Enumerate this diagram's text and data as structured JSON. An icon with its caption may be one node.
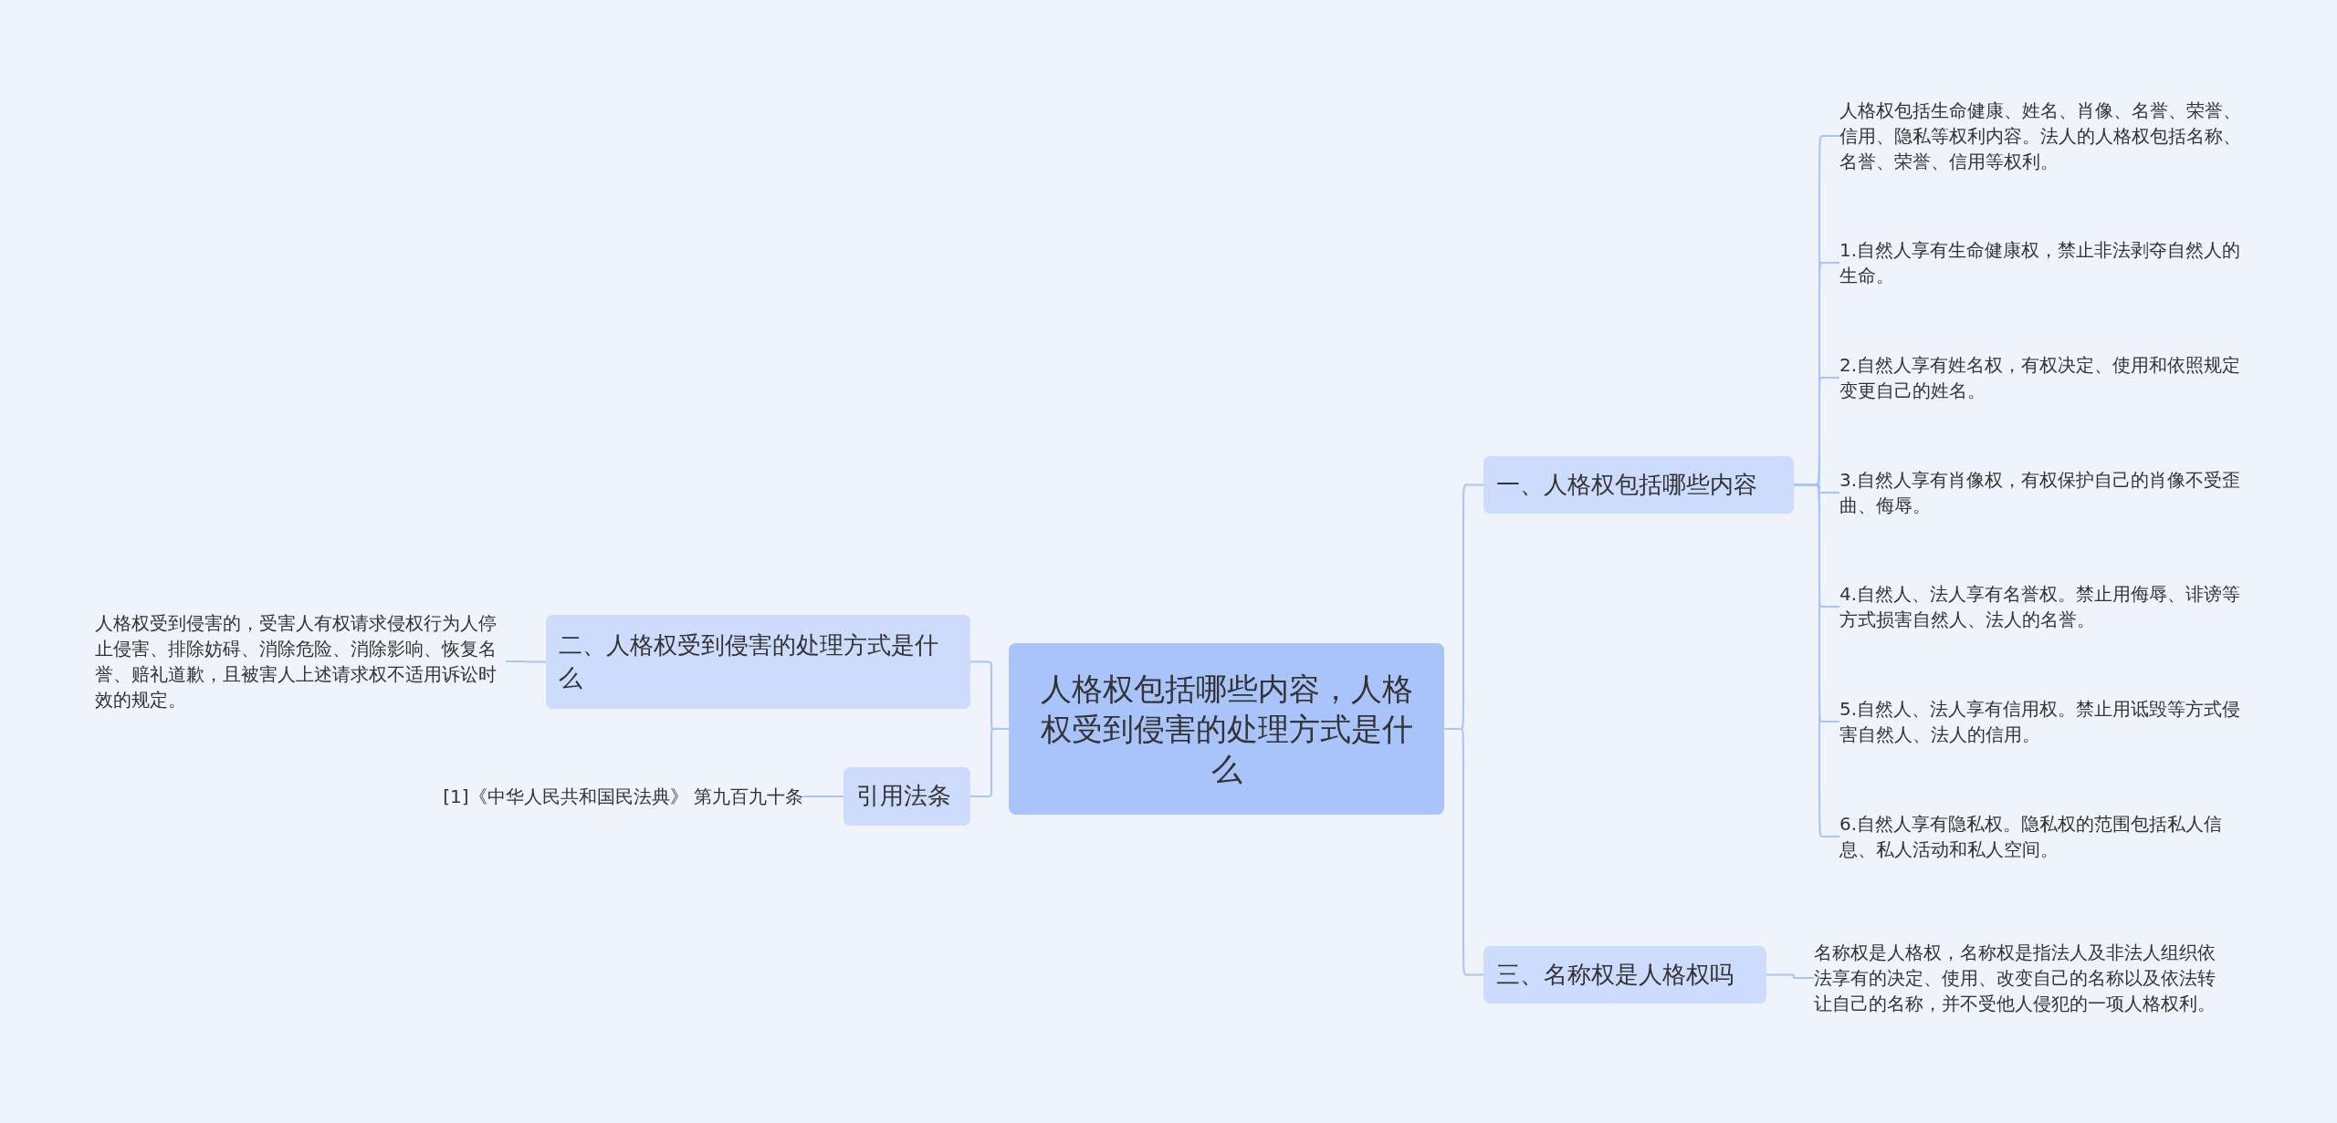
{
  "diagram": {
    "nodes": [
      {
        "text": [
          "人格权包括哪些内容，人格权受到侵害的处理方式是什么"
        ]
      },
      {
        "text": [
          "一、人格权包括哪些内容"
        ]
      },
      {
        "text": [
          "人格权包括生命健康、姓名、肖像、名誉、荣誉、信用、隐私等权利内容。法人的人格权包括名称、名誉、荣誉、信用等权利。"
        ]
      },
      {
        "text": [
          "1.自然人享有生命健康权，禁止非法剥夺自然人的生命。"
        ]
      },
      {
        "text": [
          "2.自然人享有姓名权，有权决定、使用和依照规定变更自己的姓名。"
        ]
      },
      {
        "text": [
          "3.自然人享有肖像权，有权保护自己的肖像不受歪曲、侮辱。"
        ]
      },
      {
        "text": [
          "4.自然人、法人享有名誉权。禁止用侮辱、诽谤等方式损害自然人、法人的名誉。"
        ]
      },
      {
        "text": [
          "5.自然人、法人享有信用权。禁止用诋毁等方式侵害自然人、法人的信用。"
        ]
      },
      {
        "text": [
          "6.自然人享有隐私权。隐私权的范围包括私人信息、私人活动和私人空间。"
        ]
      },
      {
        "text": [
          "三、名称权是人格权吗"
        ]
      },
      {
        "text": [
          "名称权是人格权，名称权是指法人及非法人组织依法享有的决定、使用、改变自己的名称以及依法转让自己的名称，并不受他人侵犯的一项人格权利。"
        ]
      },
      {
        "text": [
          "二、人格权受到侵害的处理方式是什么"
        ]
      },
      {
        "text": [
          "人格权受到侵害的，受害人有权请求侵权行为人停止侵害、排除妨碍、消除危险、消除影响、恢复名誉、赔礼道歉，且被害人上述请求权不适用诉讼时效的规定。"
        ]
      },
      {
        "text": [
          "引用法条"
        ]
      },
      {
        "text": [
          "[1]《中华人民共和国民法典》 第九百九十条"
        ]
      }
    ],
    "edges": [
      {
        "from": 0,
        "to": 1,
        "arrow": "none"
      },
      {
        "from": 1,
        "to": 2,
        "arrow": "none"
      },
      {
        "from": 1,
        "to": 3,
        "arrow": "none"
      },
      {
        "from": 1,
        "to": 4,
        "arrow": "none"
      },
      {
        "from": 1,
        "to": 5,
        "arrow": "none"
      },
      {
        "from": 1,
        "to": 6,
        "arrow": "none"
      },
      {
        "from": 1,
        "to": 7,
        "arrow": "none"
      },
      {
        "from": 1,
        "to": 8,
        "arrow": "none"
      },
      {
        "from": 0,
        "to": 9,
        "arrow": "none"
      },
      {
        "from": 9,
        "to": 10,
        "arrow": "none"
      },
      {
        "from": 0,
        "to": 11,
        "arrow": "none"
      },
      {
        "from": 11,
        "to": 12,
        "arrow": "none"
      },
      {
        "from": 0,
        "to": 13,
        "arrow": "none"
      },
      {
        "from": 13,
        "to": 14,
        "arrow": "none"
      }
    ]
  }
}
